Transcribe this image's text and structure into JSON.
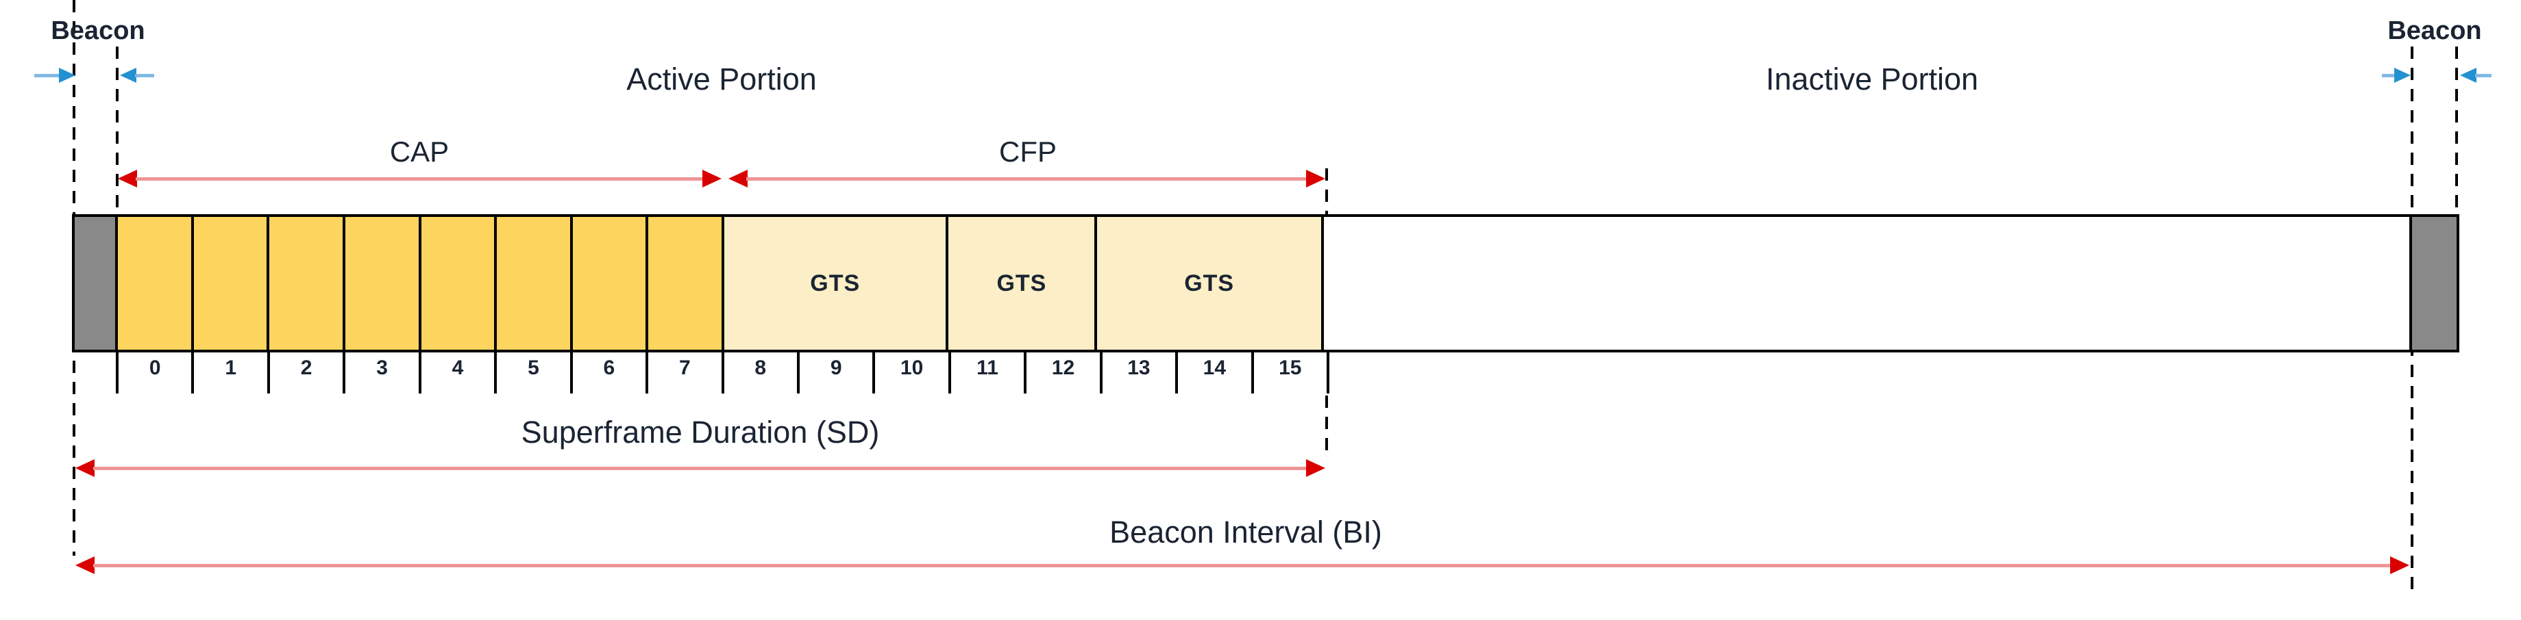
{
  "colors": {
    "text": "#1a2433",
    "border": "#000000",
    "cap_slot": "#FDD45E",
    "cfp_block": "#FCEEC6",
    "beacon_block": "#898989",
    "inactive_fill": "#FFFFFF",
    "red_head": "#D90000",
    "red_line": "#EE9595",
    "blue_head": "#2391D1",
    "blue_line": "#7FB9E4"
  },
  "labels": {
    "beacon": "Beacon",
    "active_portion": "Active Portion",
    "inactive_portion": "Inactive Portion",
    "cap": "CAP",
    "cfp": "CFP",
    "superframe_duration": "Superframe Duration (SD)",
    "beacon_interval": "Beacon Interval (BI)"
  },
  "bar": {
    "gts_labels": [
      "GTS",
      "GTS",
      "GTS"
    ],
    "slot_numbers": [
      "0",
      "1",
      "2",
      "3",
      "4",
      "5",
      "6",
      "7",
      "8",
      "9",
      "10",
      "11",
      "12",
      "13",
      "14",
      "15"
    ]
  }
}
